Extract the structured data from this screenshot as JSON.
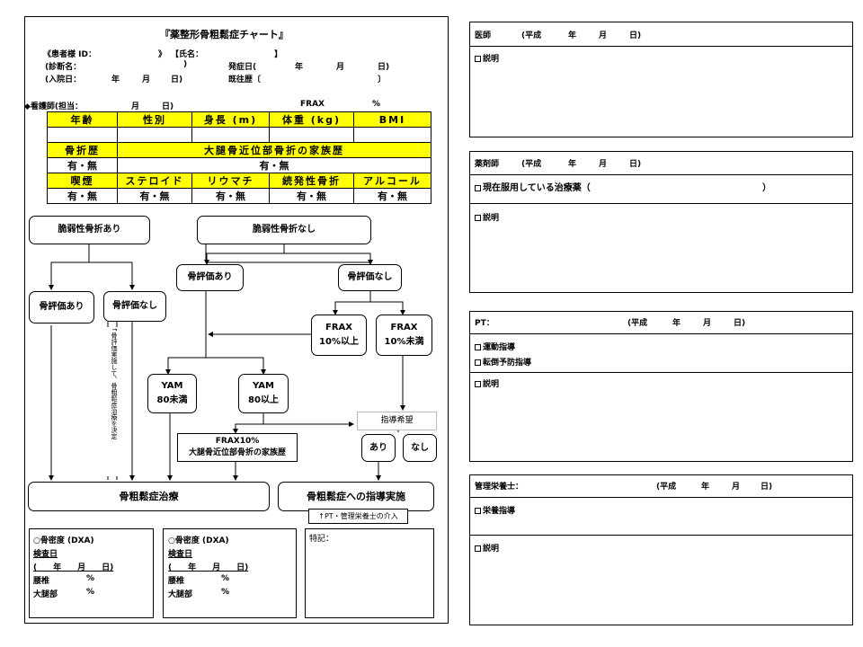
{
  "title": "『薬整形骨粗鬆症チャート』",
  "patient": {
    "id_label": "《患者様 ID：",
    "id_close": "》",
    "name_label": "【氏名：",
    "name_close": "】",
    "diagnosis_label": "(診断名：",
    "diagnosis_close": ")",
    "onset_label": "発症日(",
    "onset_year": "年",
    "onset_month": "月",
    "onset_close": "日)",
    "admission_label": "(入院日：",
    "admission_year": "年",
    "admission_month": "月",
    "admission_close": "日)",
    "history_label": "既往歴〔",
    "history_close": "〕"
  },
  "nurse": {
    "label": "◆看護師(担当：",
    "month": "月",
    "day": "日)",
    "frax": "FRAX",
    "percent": "%"
  },
  "table": {
    "row1": [
      "年齢",
      "性別",
      "身長 (m)",
      "体重 (kg)",
      "BMI"
    ],
    "row3": [
      "骨折歴",
      "大腿骨近位部骨折の家族歴"
    ],
    "row4": [
      "有・無",
      "有・無"
    ],
    "row5": [
      "喫煙",
      "ステロイド",
      "リウマチ",
      "続発性骨折",
      "アルコール"
    ],
    "row6": [
      "有・無",
      "有・無",
      "有・無",
      "有・無",
      "有・無"
    ]
  },
  "flow": {
    "fragile_yes": "脆弱性骨折あり",
    "fragile_no": "脆弱性骨折なし",
    "bone_eval_yes_right": "骨評価あり",
    "bone_eval_no_right": "骨評価なし",
    "bone_eval_yes_left": "骨評価あり",
    "bone_eval_no_left": "骨評価なし",
    "frax_high_1": "FRAX",
    "frax_high_2": "10%以上",
    "frax_low_1": "FRAX",
    "frax_low_2": "10%未満",
    "yam_low_1": "YAM",
    "yam_low_2": "80未満",
    "yam_high_1": "YAM",
    "yam_high_2": "80以上",
    "frax10_1": "FRAX10%",
    "frax10_2": "大腿骨近位部骨折の家族歴",
    "guidance_wish": "指導希望",
    "ari": "あり",
    "nashi": "なし",
    "vertical_note": "↑骨評価実施して、骨粗鬆症治療を決定",
    "treatment": "骨粗鬆症治療",
    "guidance": "骨粗鬆症への指導実施",
    "pt_note": "↑PT・管理栄養士の介入"
  },
  "dxa": [
    {
      "title": "○骨密度 (DXA)",
      "date_label": "検査日",
      "date_line": "(　　年　　月　　日)",
      "lumbar": "腰椎",
      "lumbar_unit": "%",
      "femur": "大腿部",
      "femur_unit": "%"
    },
    {
      "title": "○骨密度 (DXA)",
      "date_label": "検査日",
      "date_line": "(　　年　　月　　日)",
      "lumbar": "腰椎",
      "lumbar_unit": "%",
      "femur": "大腿部",
      "femur_unit": "%"
    }
  ],
  "notes_label": "特記：",
  "doctor": {
    "role": "医師",
    "era": "(平成",
    "year": "年",
    "month": "月",
    "day": "日)",
    "explain": "説明"
  },
  "pharmacist": {
    "role": "薬剤師",
    "era": "(平成",
    "year": "年",
    "month": "月",
    "day": "日)",
    "current_meds": "現在服用している治療薬（",
    "current_meds_close": "）",
    "explain": "説明"
  },
  "pt": {
    "role": "PT：",
    "era": "(平成",
    "year": "年",
    "month": "月",
    "day": "日)",
    "exercise": "運動指導",
    "fall": "転倒予防指導",
    "explain": "説明"
  },
  "dietitian": {
    "role": "管理栄養士：",
    "era": "(平成",
    "year": "年",
    "month": "月",
    "day": "日)",
    "nutrition": "栄養指導",
    "explain": "説明"
  }
}
